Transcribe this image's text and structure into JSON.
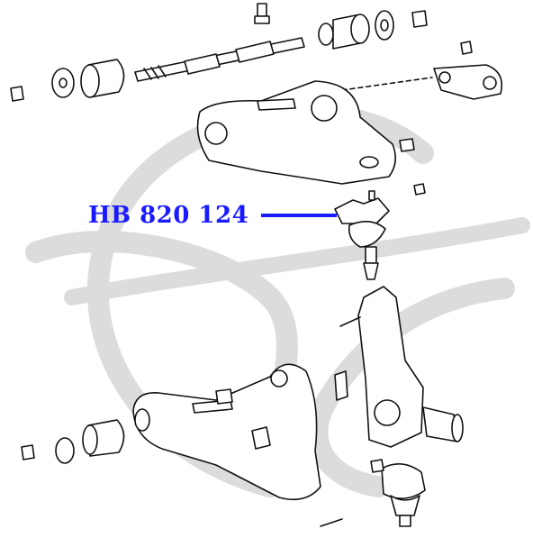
{
  "diagram": {
    "part_number": "HB 820 124",
    "callout_target": "upper-ball-joint"
  },
  "colors": {
    "label": "#1a1aff",
    "leader": "#1a1aff",
    "line": "#111111",
    "watermark": "#d9d9d9",
    "background": "#ffffff"
  },
  "icons": [
    "watermark-logo",
    "upper-control-arm",
    "lower-control-arm",
    "steering-knuckle",
    "upper-ball-joint",
    "lower-ball-joint",
    "bushing",
    "bolt",
    "nut"
  ]
}
